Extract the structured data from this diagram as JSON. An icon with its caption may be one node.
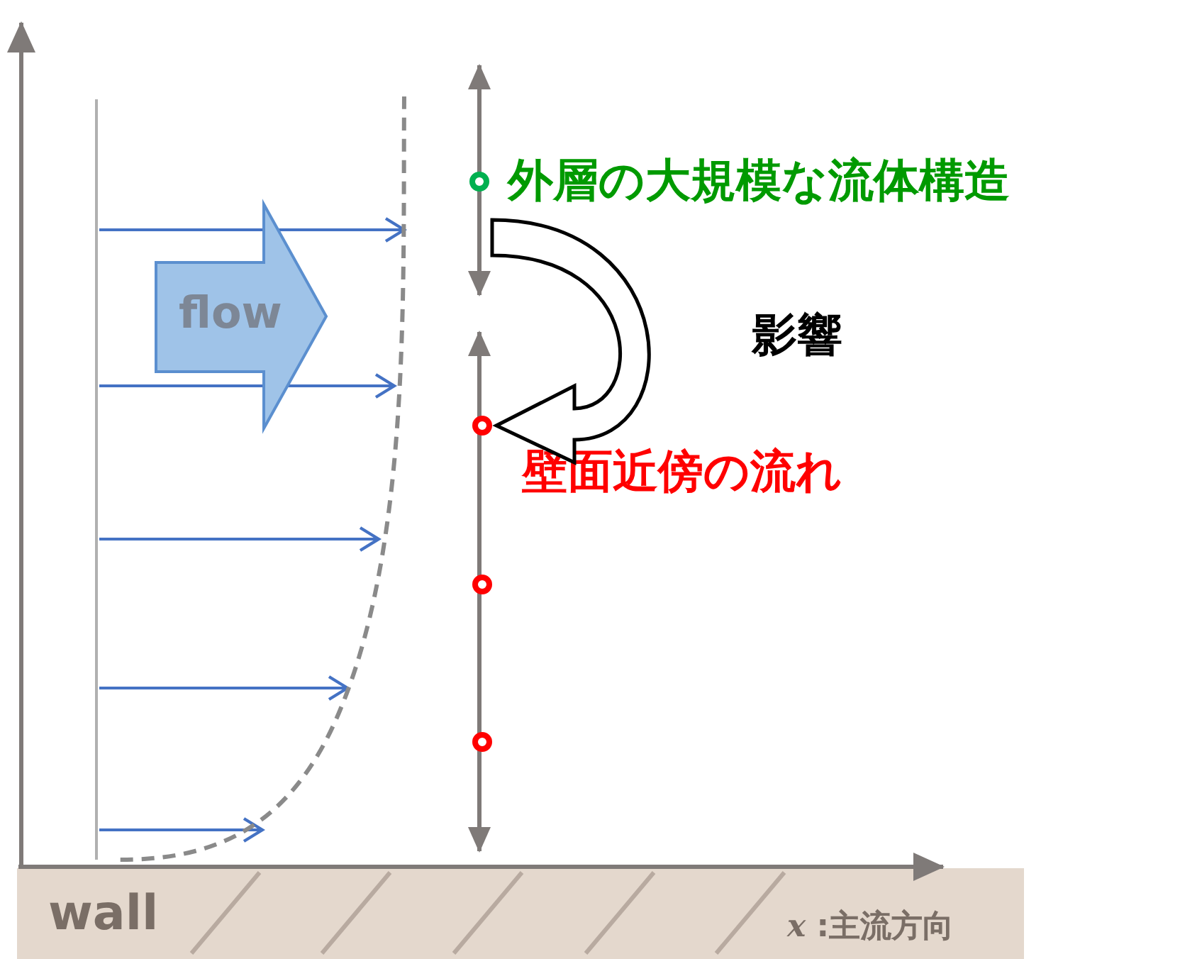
{
  "diagram": {
    "nodes": [
      {
        "text": [],
        "shape": "circle",
        "beside": [
          "外層の大規模な流体構造"
        ]
      },
      {
        "text": [
          "flow"
        ]
      },
      {
        "text": [],
        "shape": "circle",
        "beside": [
          "壁面近傍の流れ"
        ]
      },
      {
        "text": [],
        "shape": "circle"
      },
      {
        "text": [],
        "shape": "circle"
      },
      {
        "text": [
          "wall",
          "*x* :主流方向"
        ]
      }
    ],
    "edges": [
      {
        "from": 0,
        "to": 2,
        "arrow": "to",
        "label": "影響"
      }
    ]
  }
}
